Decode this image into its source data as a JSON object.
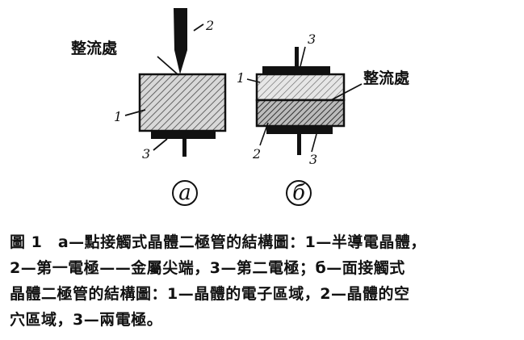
{
  "figure": {
    "rectifier_label": "整流處",
    "panel_a": {
      "label": "a",
      "callouts": {
        "body": "1",
        "wire": "2",
        "electrode": "3"
      }
    },
    "panel_b": {
      "label": "б",
      "callouts": {
        "body": "1",
        "region_bottom": "2",
        "electrode_top": "3",
        "electrode_bottom": "3"
      }
    }
  },
  "caption": {
    "lines": [
      "圖 1　a—點接觸式晶體二極管的結構圖：1—半導電晶體，",
      "2—第一電極——金屬尖端，3—第二電極；б—面接觸式",
      "晶體二極管的結構圖：1—晶體的電子區域，2—晶體的空",
      "穴區域，3—兩電極。"
    ]
  }
}
